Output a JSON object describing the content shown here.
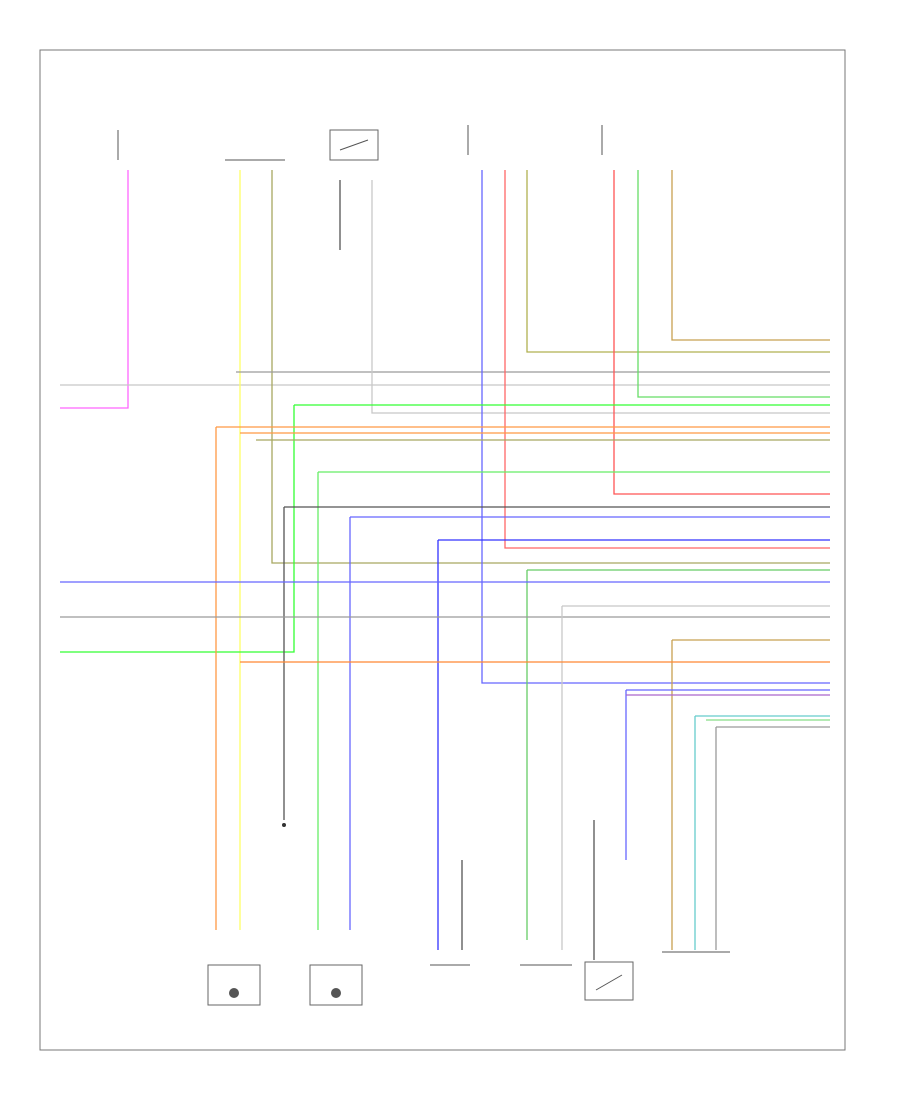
{
  "diagram": {
    "page_code": "",
    "splice_label": "",
    "components": [
      {
        "id": "c1",
        "label": "",
        "kind": "connector-top"
      },
      {
        "id": "c2",
        "label": "",
        "kind": "connector-top"
      },
      {
        "id": "c3",
        "label": "",
        "kind": "switch-top"
      },
      {
        "id": "c4",
        "label": "",
        "kind": "connector-top"
      },
      {
        "id": "c5",
        "label": "",
        "kind": "connector-top"
      },
      {
        "id": "c6",
        "label": "",
        "kind": "motor-bottom"
      },
      {
        "id": "c7",
        "label": "",
        "kind": "motor-bottom"
      },
      {
        "id": "c8",
        "label": "",
        "kind": "connector-bottom"
      },
      {
        "id": "c9",
        "label": "",
        "kind": "connector-bottom"
      },
      {
        "id": "c10",
        "label": "",
        "kind": "switch-bottom"
      },
      {
        "id": "c11",
        "label": "",
        "kind": "connector-bottom"
      }
    ],
    "wires": [
      {
        "color": "#ff66ff"
      },
      {
        "color": "#c8c8c8"
      },
      {
        "color": "#ffff66"
      },
      {
        "color": "#a8a860"
      },
      {
        "color": "#9a9a9a"
      },
      {
        "color": "#555555"
      },
      {
        "color": "#6666ff"
      },
      {
        "color": "#ff6666"
      },
      {
        "color": "#b0b050"
      },
      {
        "color": "#ff5555"
      },
      {
        "color": "#66dd66"
      },
      {
        "color": "#c8a050"
      },
      {
        "color": "#33ff33"
      },
      {
        "color": "#ff9944"
      },
      {
        "color": "#66ee66"
      },
      {
        "color": "#6666ff"
      },
      {
        "color": "#3333ff"
      },
      {
        "color": "#66cc66"
      },
      {
        "color": "#ff8833"
      },
      {
        "color": "#aa66cc"
      },
      {
        "color": "#66cccc"
      },
      {
        "color": "#88dd88"
      }
    ]
  }
}
